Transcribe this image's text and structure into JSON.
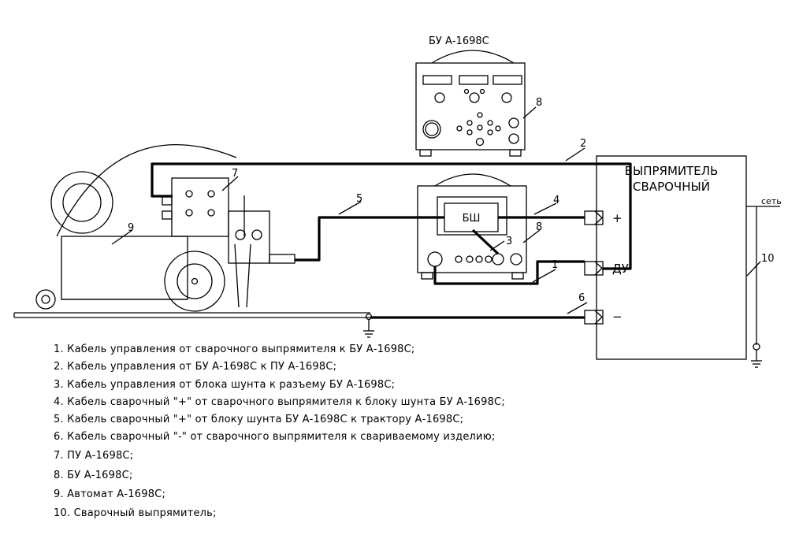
{
  "labels": {
    "bu_title": "БУ А-1698С",
    "rectifier_line1": "ВЫПРЯМИТЕЛЬ",
    "rectifier_line2": "СВАРОЧНЫЙ",
    "network": "сеть",
    "shunt": "БШ",
    "plus": "+",
    "minus": "−",
    "du": "ДУ"
  },
  "callouts": [
    "1",
    "2",
    "3",
    "4",
    "5",
    "6",
    "7",
    "8",
    "8",
    "9",
    "10"
  ],
  "legend": [
    "1. Кабель управления от сварочного выпрямителя к БУ А-1698С;",
    "2. Кабель управления от БУ А-1698С к ПУ А-1698С;",
    "3. Кабель управления от блока шунта  к разъему БУ А-1698С;",
    "4. Кабель сварочный \"+\" от сварочного выпрямителя к блоку шунта БУ А-1698С;",
    "5. Кабель сварочный \"+\" от блоку шунта БУ А-1698С к трактору А-1698С;",
    "6. Кабель сварочный \"-\" от сварочного выпрямителя к свариваемому изделию;",
    "7. ПУ А-1698С;",
    "8. БУ А-1698С;",
    "9. Автомат А-1698С;",
    "10. Сварочный выпрямитель;"
  ]
}
